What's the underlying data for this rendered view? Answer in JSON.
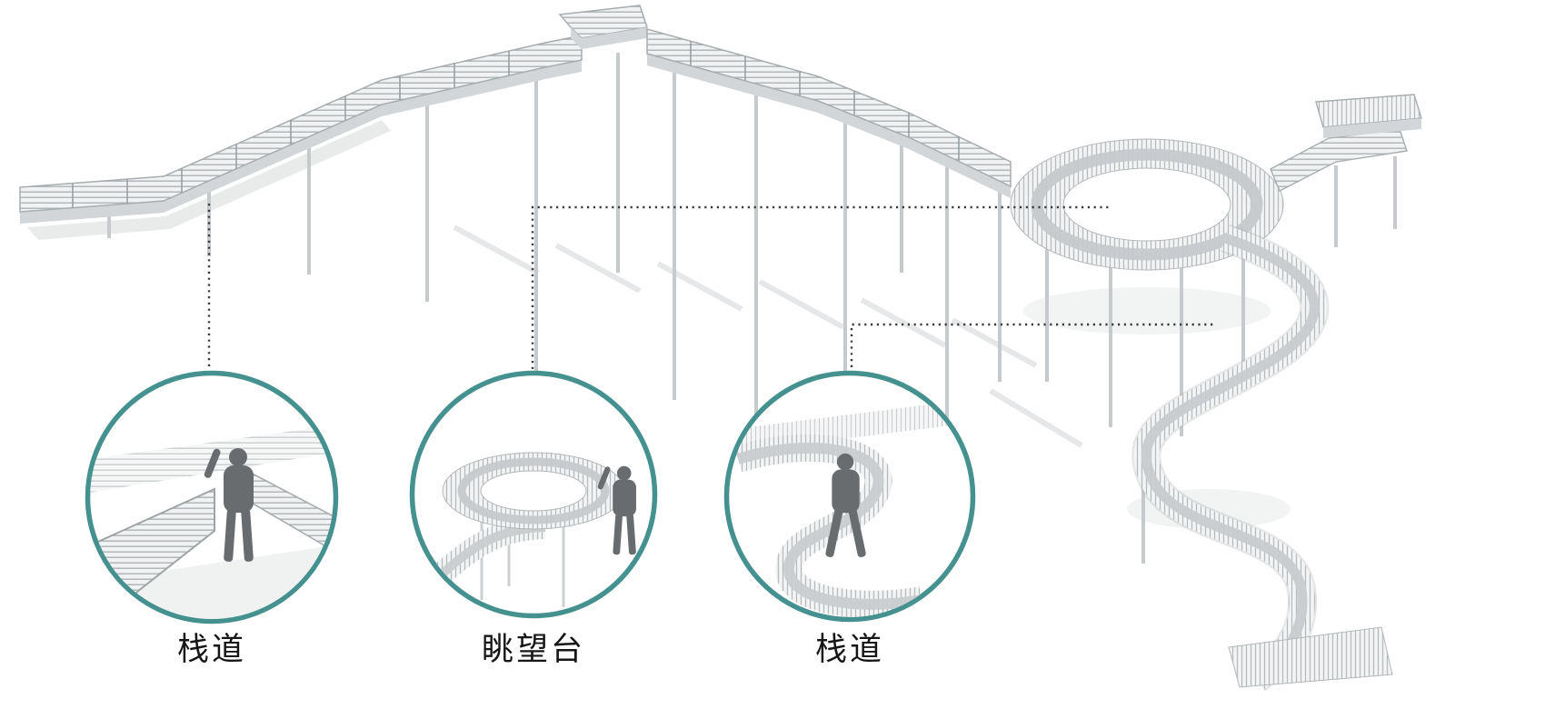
{
  "figure": {
    "kind": "architectural-walkway-diagram",
    "callouts": [
      {
        "id": "callout-1",
        "label": "栈道"
      },
      {
        "id": "callout-2",
        "label": "眺望台"
      },
      {
        "id": "callout-3",
        "label": "栈道"
      }
    ],
    "icons": [
      "boardwalk-line-art",
      "lookout-ring-line-art",
      "s-curve-ramp-line-art",
      "person-silhouette"
    ],
    "colors": {
      "accent_teal": "#45918F",
      "leader_dots": "#3B3B3B",
      "label_text": "#161616",
      "lineart_light": "#E3E5E6",
      "lineart_mid": "#C6CACC",
      "lineart_dark": "#A8ADAF",
      "silhouette_gray": "#686C6F",
      "background": "#FFFFFF"
    }
  }
}
